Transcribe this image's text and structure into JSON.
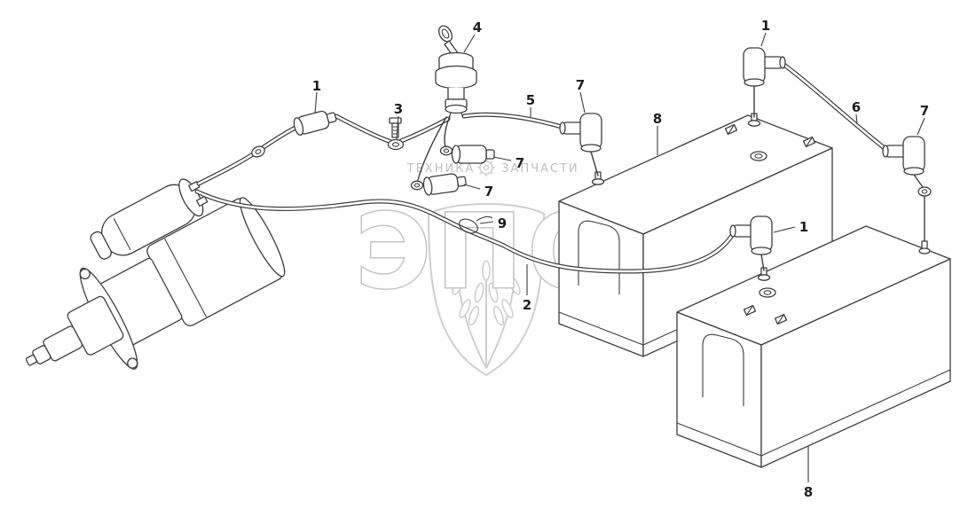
{
  "canvas": {
    "background": "#ffffff",
    "line_color": "#3d3d3d"
  },
  "watermark": {
    "brand": "ЭПО",
    "tagline_left": "ТЕХНИКА",
    "tagline_right": "ЗАПЧАСТИ",
    "color": "#c8c8c8"
  },
  "callouts": [
    {
      "label": "1"
    },
    {
      "label": "3"
    },
    {
      "label": "4"
    },
    {
      "label": "5"
    },
    {
      "label": "7"
    },
    {
      "label": "8"
    },
    {
      "label": "1"
    },
    {
      "label": "6"
    },
    {
      "label": "7"
    },
    {
      "label": "7"
    },
    {
      "label": "7"
    },
    {
      "label": "9"
    },
    {
      "label": "1"
    },
    {
      "label": "2"
    },
    {
      "label": "8"
    }
  ]
}
